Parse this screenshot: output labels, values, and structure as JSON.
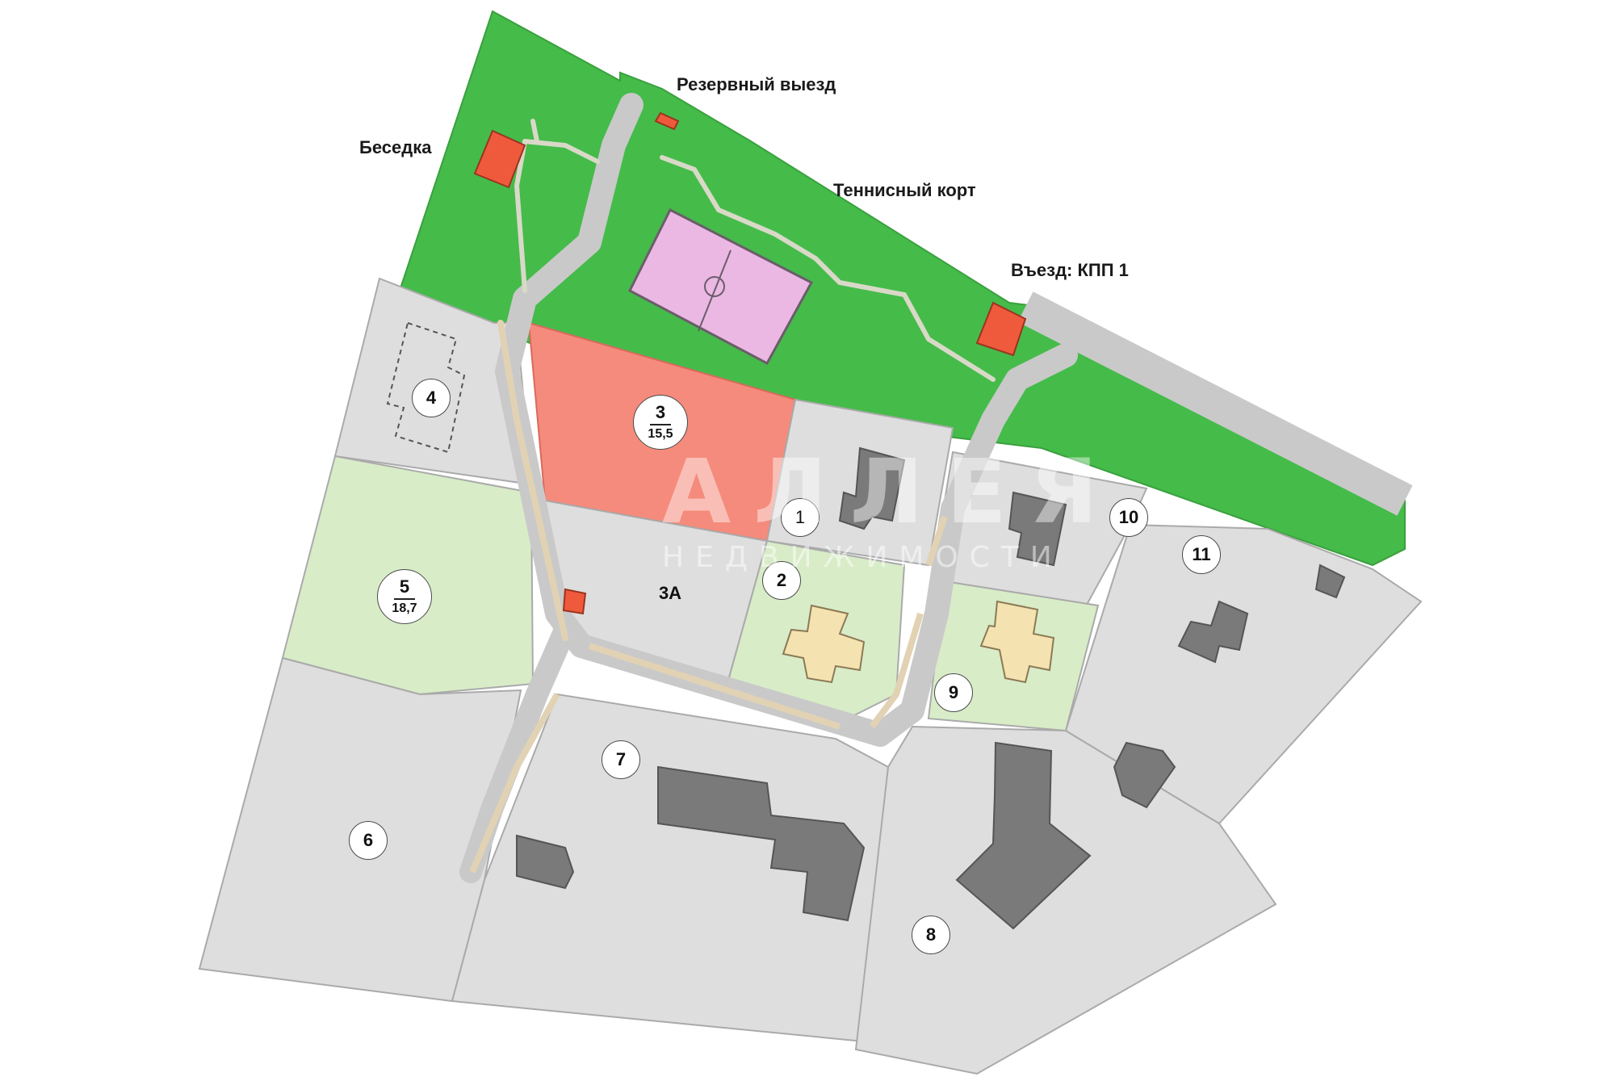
{
  "map": {
    "labels": {
      "reserve_exit": "Резервный выезд",
      "gazebo": "Беседка",
      "tennis_court": "Теннисный корт",
      "entrance": "Въезд: КПП 1"
    },
    "plots": [
      {
        "id": "1",
        "label": "1"
      },
      {
        "id": "2",
        "label": "2"
      },
      {
        "id": "3",
        "label": "3",
        "area": "15,5",
        "status": "highlighted"
      },
      {
        "id": "3A",
        "label": "3А"
      },
      {
        "id": "4",
        "label": "4"
      },
      {
        "id": "5",
        "label": "5",
        "area": "18,7",
        "status": "available"
      },
      {
        "id": "6",
        "label": "6"
      },
      {
        "id": "7",
        "label": "7"
      },
      {
        "id": "8",
        "label": "8"
      },
      {
        "id": "9",
        "label": "9"
      },
      {
        "id": "10",
        "label": "10"
      },
      {
        "id": "11",
        "label": "11"
      }
    ],
    "watermark": {
      "title": "АЛЛЕЯ",
      "subtitle": "НЕДВИЖИМОСТИ"
    }
  },
  "colors": {
    "green_zone": "#45bb4a",
    "plot_grey": "#dedede",
    "road": "#c9c9c9",
    "path_sand": "#e2d2b4",
    "plot_highlight": "#f58b7c",
    "plot_light_green": "#d8ecc8",
    "building": "#7a7a7a",
    "new_house": "#f4e2b0",
    "structure_red": "#f05a3c",
    "court_pink": "#ebb8e4"
  }
}
